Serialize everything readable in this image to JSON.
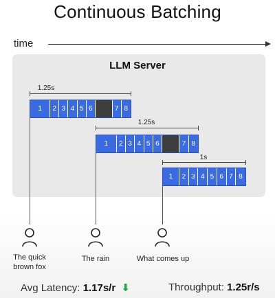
{
  "title": "Continuous Batching",
  "time_label": "time",
  "server_label": "LLM Server",
  "rows": [
    {
      "duration": "1.25s",
      "cells": [
        {
          "label": "1",
          "type": "token"
        },
        {
          "label": "2",
          "type": "token"
        },
        {
          "label": "3",
          "type": "token"
        },
        {
          "label": "4",
          "type": "token"
        },
        {
          "label": "5",
          "type": "token"
        },
        {
          "label": "6",
          "type": "token"
        },
        {
          "label": "",
          "type": "gap"
        },
        {
          "label": "7",
          "type": "token"
        },
        {
          "label": "8",
          "type": "token"
        }
      ]
    },
    {
      "duration": "1.25s",
      "cells": [
        {
          "label": "1",
          "type": "token"
        },
        {
          "label": "2",
          "type": "token"
        },
        {
          "label": "3",
          "type": "token"
        },
        {
          "label": "4",
          "type": "token"
        },
        {
          "label": "5",
          "type": "token"
        },
        {
          "label": "6",
          "type": "token"
        },
        {
          "label": "",
          "type": "gap"
        },
        {
          "label": "7",
          "type": "token"
        },
        {
          "label": "8",
          "type": "token"
        }
      ]
    },
    {
      "duration": "1s",
      "cells": [
        {
          "label": "1",
          "type": "token"
        },
        {
          "label": "2",
          "type": "token"
        },
        {
          "label": "3",
          "type": "token"
        },
        {
          "label": "4",
          "type": "token"
        },
        {
          "label": "5",
          "type": "token"
        },
        {
          "label": "6",
          "type": "token"
        },
        {
          "label": "7",
          "type": "token"
        },
        {
          "label": "8",
          "type": "token"
        }
      ]
    }
  ],
  "users": [
    {
      "label": "The quick brown fox",
      "icon": "user-icon"
    },
    {
      "label": "The rain",
      "icon": "user-icon"
    },
    {
      "label": "What comes up",
      "icon": "user-icon"
    }
  ],
  "footer": {
    "latency_label": "Avg Latency:",
    "latency_value": "1.17s/r",
    "throughput_label": "Throughput:",
    "throughput_value": "1.25r/s"
  },
  "colors": {
    "token": "#3a6be0",
    "gap": "#3d3d3d",
    "server_bg": "#e9e9e9"
  }
}
